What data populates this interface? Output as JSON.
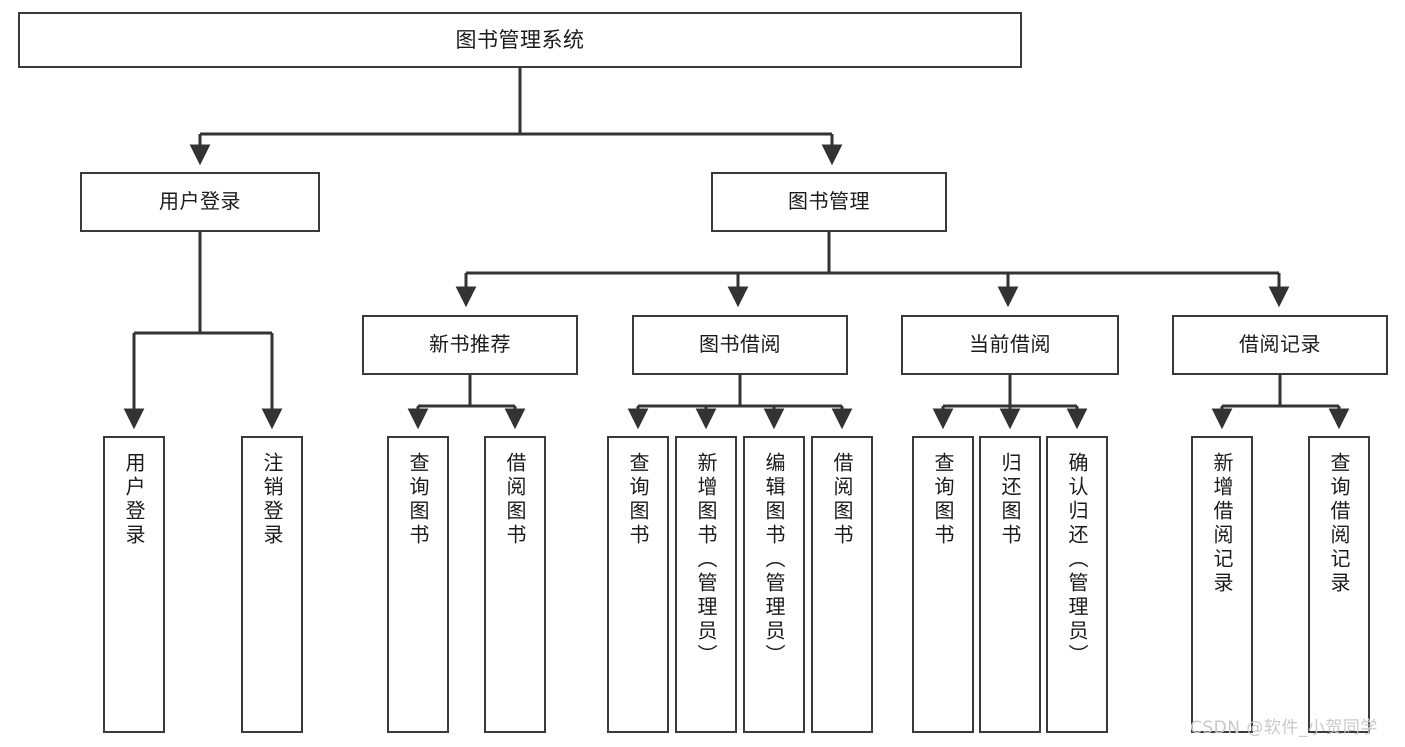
{
  "diagram": {
    "title": "图书管理系统",
    "type": "tree",
    "watermark": "CSDN @软件_小贺同学",
    "colors": {
      "box_border": "#3a3a3a",
      "box_fill": "#ffffff",
      "edge": "#333333",
      "text": "#1b1b1b",
      "watermark": "#c9c9c9",
      "background": "#ffffff"
    },
    "nodes": {
      "root": {
        "label": "图书管理系统"
      },
      "level2": [
        {
          "id": "user-login",
          "label": "用户登录"
        },
        {
          "id": "book-manage",
          "label": "图书管理"
        }
      ],
      "level3": [
        {
          "id": "new-book-rec",
          "label": "新书推荐"
        },
        {
          "id": "book-borrow",
          "label": "图书借阅"
        },
        {
          "id": "current-borrow",
          "label": "当前借阅"
        },
        {
          "id": "borrow-record",
          "label": "借阅记录"
        }
      ],
      "leaves": {
        "user_login": [
          {
            "id": "leaf-user-login",
            "label": "用户登录"
          },
          {
            "id": "leaf-logout",
            "label": "注销登录"
          }
        ],
        "new_book_rec": [
          {
            "id": "leaf-query-book-1",
            "label": "查询图书"
          },
          {
            "id": "leaf-borrow-book-1",
            "label": "借阅图书"
          }
        ],
        "book_borrow": [
          {
            "id": "leaf-query-book-2",
            "label": "查询图书"
          },
          {
            "id": "leaf-add-book",
            "label": "新增图书（管理员）"
          },
          {
            "id": "leaf-edit-book",
            "label": "编辑图书（管理员）"
          },
          {
            "id": "leaf-borrow-book-2",
            "label": "借阅图书"
          }
        ],
        "current_borrow": [
          {
            "id": "leaf-query-book-3",
            "label": "查询图书"
          },
          {
            "id": "leaf-return-book",
            "label": "归还图书"
          },
          {
            "id": "leaf-confirm-return",
            "label": "确认归还（管理员）"
          }
        ],
        "borrow_record": [
          {
            "id": "leaf-add-record",
            "label": "新增借阅记录"
          },
          {
            "id": "leaf-query-record",
            "label": "查询借阅记录"
          }
        ]
      }
    }
  }
}
